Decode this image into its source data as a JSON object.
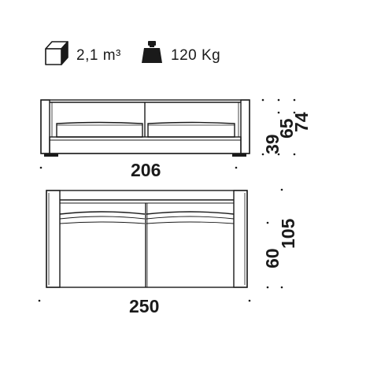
{
  "specs": {
    "volume": "2,1 m³",
    "weight": "120 Kg",
    "volume_icon": "box-icon",
    "weight_icon": "weight-icon"
  },
  "front_view": {
    "width": "206",
    "height_seat": "39",
    "height_arm": "65",
    "height_total": "74"
  },
  "top_view": {
    "width": "250",
    "depth_seat": "60",
    "depth_total": "105"
  }
}
